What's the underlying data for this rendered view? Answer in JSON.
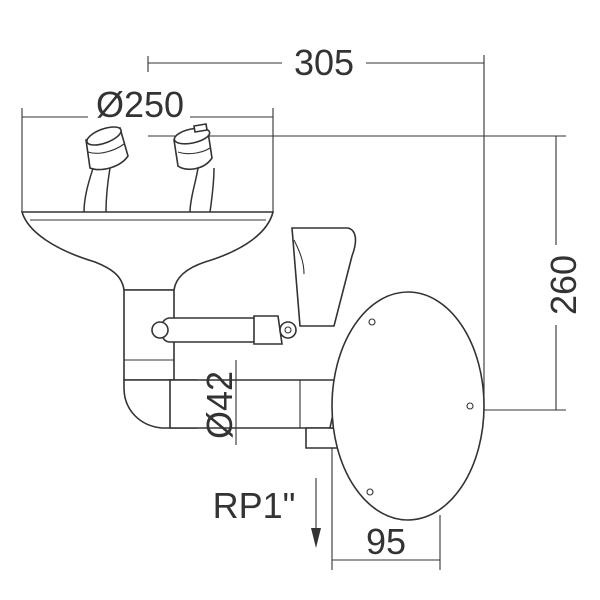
{
  "dimensions": {
    "overall_depth": "305",
    "basin_diameter": "Ø250",
    "height": "260",
    "pipe_diameter": "Ø42",
    "inlet_thread": "RP1\"",
    "plate_depth": "95"
  }
}
